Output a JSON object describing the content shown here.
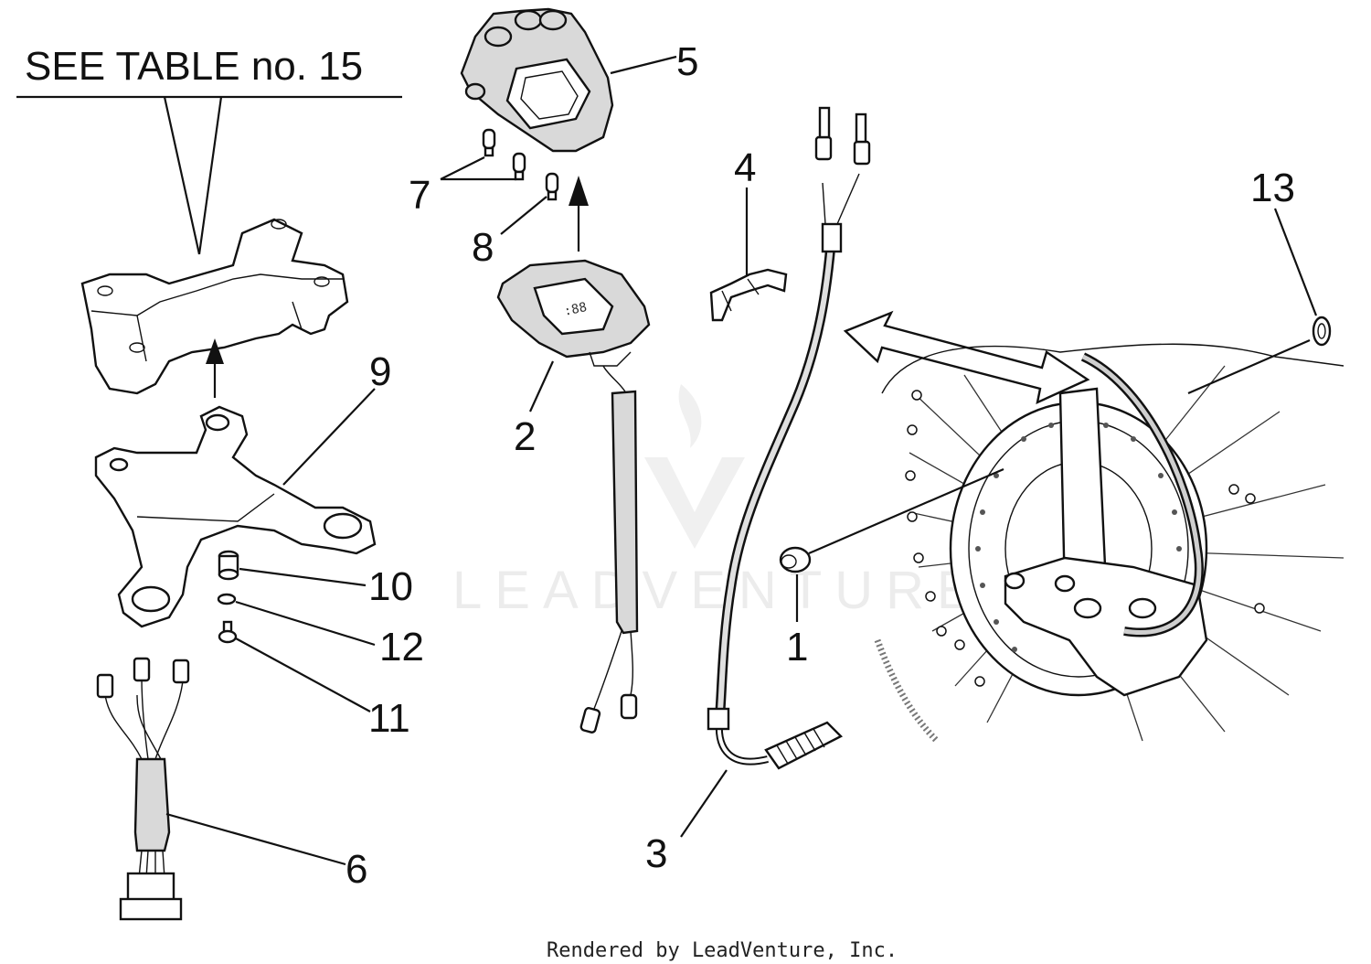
{
  "see_table_label": "SEE TABLE no. 15",
  "watermark": "LEADVENTURE",
  "footer": "Rendered by LeadVenture, Inc.",
  "callouts": {
    "c1": "1",
    "c2": "2",
    "c3": "3",
    "c4": "4",
    "c5": "5",
    "c6": "6",
    "c7": "7",
    "c8": "8",
    "c9": "9",
    "c10": "10",
    "c11": "11",
    "c12": "12",
    "c13": "13"
  }
}
